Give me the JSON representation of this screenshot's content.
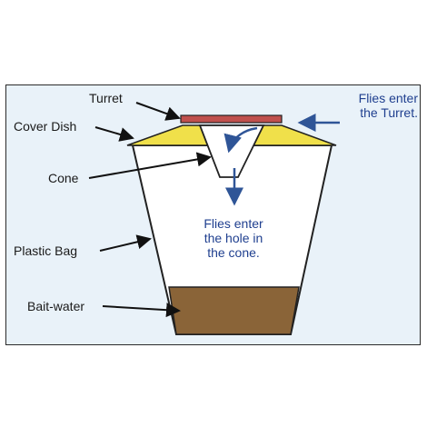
{
  "labels": {
    "turret": "Turret",
    "cover_dish": "Cover Dish",
    "cone": "Cone",
    "plastic_bag": "Plastic Bag",
    "bait_water": "Bait-water",
    "flies_enter_turret_line1": "Flies enter",
    "flies_enter_turret_line2": "the Turret.",
    "flies_enter_hole_line1": "Flies enter",
    "flies_enter_hole_line2": "the hole in",
    "flies_enter_hole_line3": "the cone."
  },
  "colors": {
    "background": "#e9f2f9",
    "turret": "#c0504d",
    "cover_dish": "#f0e04a",
    "bag": "#ffffff",
    "bait_water": "#8a6438",
    "blue_arrow": "#2f5597",
    "pointer": "#111111"
  }
}
